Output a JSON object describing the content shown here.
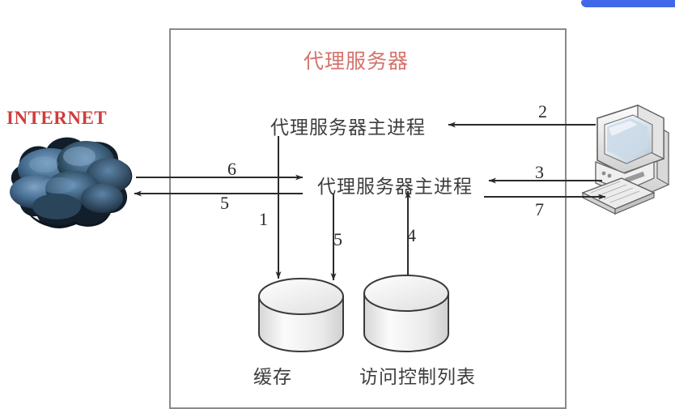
{
  "diagram": {
    "title_cn": "代理服务器",
    "internet_label": "INTERNET",
    "main_process_1": "代理服务器主进程",
    "main_process_2": "代理服务器主进程",
    "cache_label": "缓存",
    "acl_label": "访问控制列表",
    "colors": {
      "title": "#d4736c",
      "internet": "#d13b3b",
      "box_border": "#8a8a8a",
      "arrow": "#2a2a2a",
      "cloud_dark": "#1b2d3e",
      "cloud_light": "#5f88ac",
      "cylinder_fill": "#ededed",
      "top_bar": "#4168e8"
    },
    "flow_numbers": {
      "internet_to_proxy": "6",
      "proxy_to_internet": "5",
      "proxy_to_cache": "1",
      "proxy_to_cache_2": "5",
      "acl_to_proxy": "4",
      "client_to_main": "2",
      "client_to_proxy": "3",
      "proxy_to_client": "7"
    },
    "icons": {
      "cloud": "cloud-icon",
      "computer": "desktop-computer-icon",
      "cache_cylinder": "database-cylinder-icon",
      "acl_cylinder": "database-cylinder-icon"
    }
  }
}
